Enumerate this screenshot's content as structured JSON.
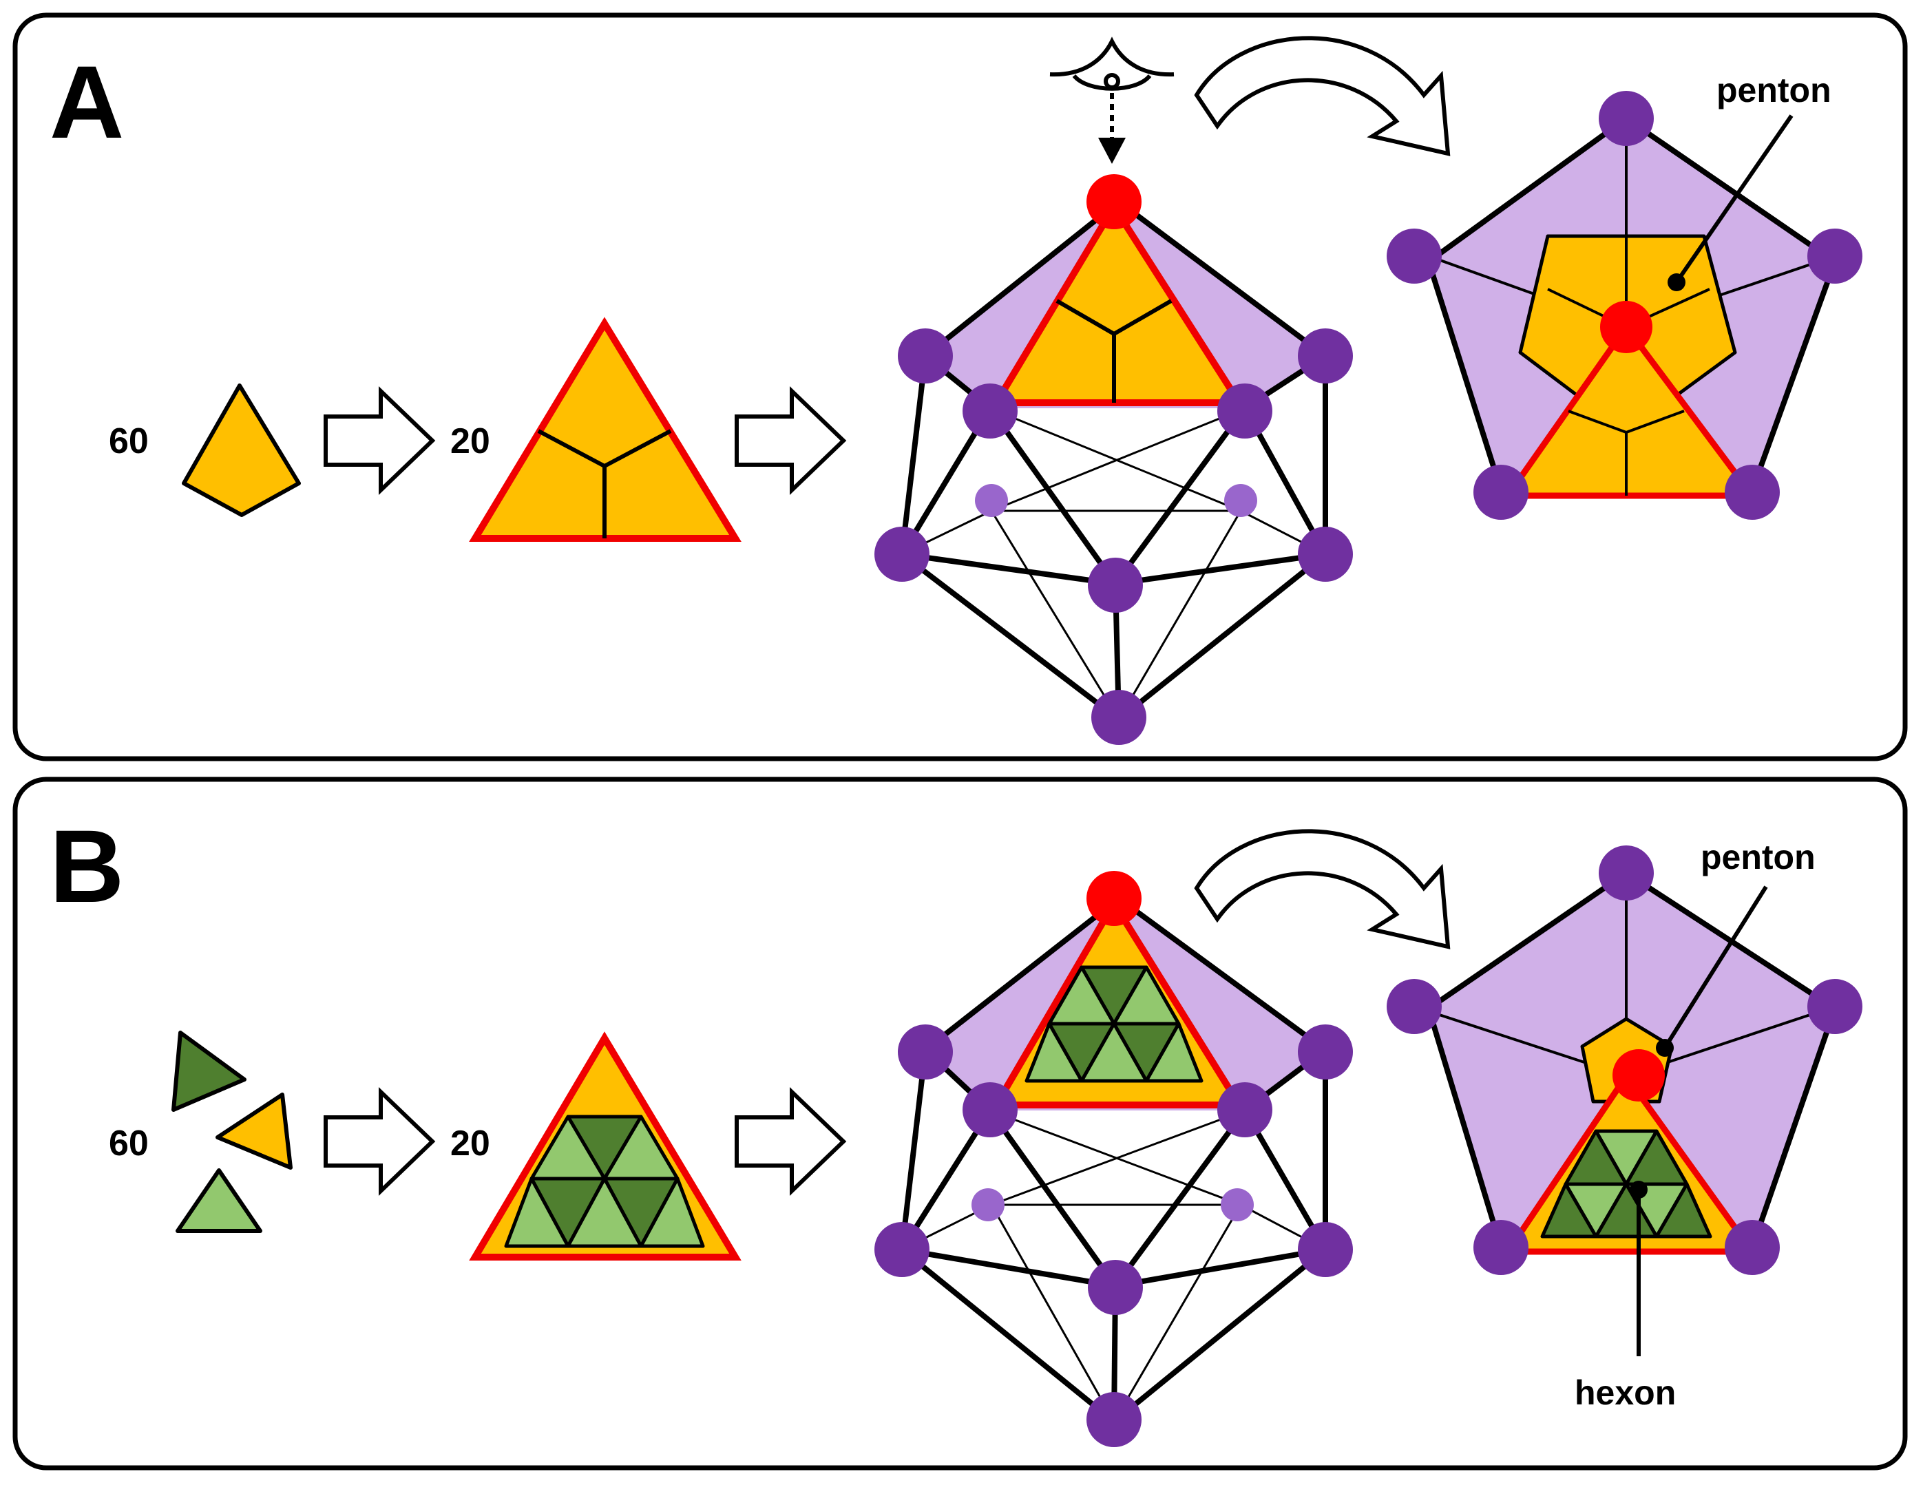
{
  "panels": [
    {
      "letter": "A",
      "count_subunits": "60",
      "count_faces": "20",
      "labels": {
        "penton": "penton"
      }
    },
    {
      "letter": "B",
      "count_subunits": "60",
      "count_faces": "20",
      "labels": {
        "penton": "penton",
        "hexon": "hexon"
      }
    }
  ],
  "colors": {
    "subunit_orange": "#FFBF00",
    "face_outline_red": "#F00000",
    "vertex_purple": "#7030A0",
    "vertex_back_purple": "#9966CC",
    "face_shade_lavender": "#D0B0E8",
    "subunit_dark_green": "#4F7F2F",
    "subunit_light_green": "#92C86E",
    "top_vertex_red": "#FF0000"
  },
  "icons": [
    "eye-icon",
    "right-arrow-icon",
    "curved-arrow-icon"
  ]
}
